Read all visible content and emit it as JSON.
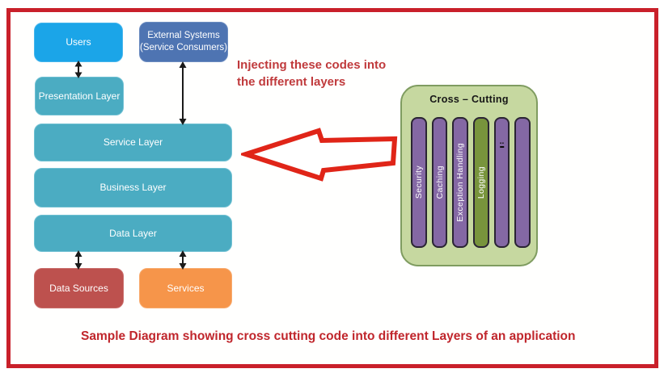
{
  "diagram": {
    "boxes": {
      "users": {
        "label": "Users",
        "fill": "#1ba5e8"
      },
      "external_systems": {
        "line1": "External Systems",
        "line2": "(Service Consumers)",
        "fill": "#4e74b2"
      },
      "presentation_layer": {
        "label": "Presentation Layer",
        "fill": "#4bacc2"
      },
      "service_layer": {
        "label": "Service Layer",
        "fill": "#4bacc2"
      },
      "business_layer": {
        "label": "Business Layer",
        "fill": "#4bacc2"
      },
      "data_layer": {
        "label": "Data Layer",
        "fill": "#4bacc2"
      },
      "data_sources": {
        "label": "Data Sources",
        "fill": "#bd514e"
      },
      "services": {
        "label": "Services",
        "fill": "#f6954a"
      }
    },
    "cross_cutting": {
      "title": "Cross – Cutting",
      "container_fill": "#c6d8a0",
      "bars": [
        {
          "label": "Security",
          "fill": "#8468a4"
        },
        {
          "label": "Caching",
          "fill": "#8468a4"
        },
        {
          "label": "Exception Handling",
          "fill": "#8468a4"
        },
        {
          "label": "Logging",
          "fill": "#78943c"
        },
        {
          "label": "..",
          "fill": "#8468a4"
        },
        {
          "label": "",
          "fill": "#8468a4"
        }
      ]
    },
    "annotations": {
      "injecting_line1": "Injecting these codes into",
      "injecting_line2": "the different layers",
      "caption": "Sample Diagram showing cross cutting code into different Layers of an application"
    },
    "colors": {
      "frame_border": "#c9202a",
      "annotation_red": "#c0262c",
      "big_arrow_stroke": "#e02518",
      "connector_black": "#1a1a1a"
    }
  }
}
